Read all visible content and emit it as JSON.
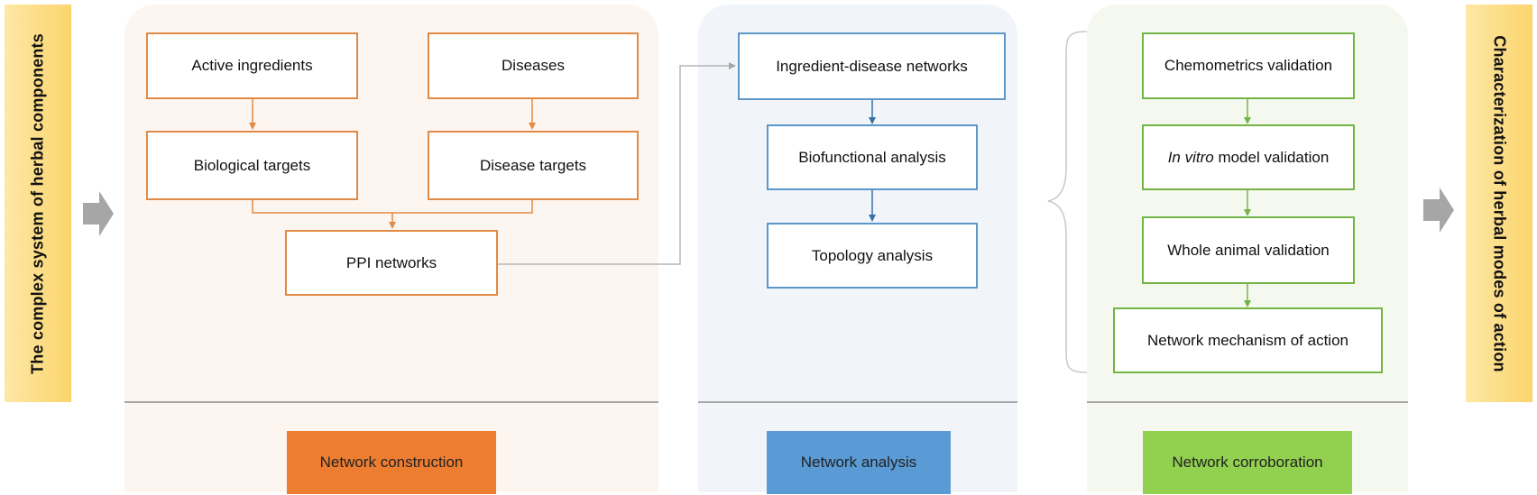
{
  "left_banner": {
    "text": "The complex system of herbal components"
  },
  "right_banner": {
    "text": "Characterization of herbal modes of action"
  },
  "construction": {
    "tag": "Network construction",
    "active_ingredients": "Active ingredients",
    "diseases": "Diseases",
    "biological_targets": "Biological targets",
    "disease_targets": "Disease targets",
    "ppi_networks": "PPI networks"
  },
  "analysis": {
    "tag": "Network analysis",
    "ingredient_disease": "Ingredient-disease networks",
    "biofunctional": "Biofunctional analysis",
    "topology": "Topology analysis"
  },
  "corroboration": {
    "tag": "Network corroboration",
    "chemometrics": "Chemometrics validation",
    "in_vitro_prefix": "In vitro",
    "in_vitro_suffix": " model validation",
    "whole_animal": "Whole animal validation",
    "mechanism": "Network mechanism of action"
  },
  "colors": {
    "orange": "#ed7d31",
    "blue": "#5b9bd5",
    "green": "#92d050",
    "banner": "#fbd46c"
  }
}
